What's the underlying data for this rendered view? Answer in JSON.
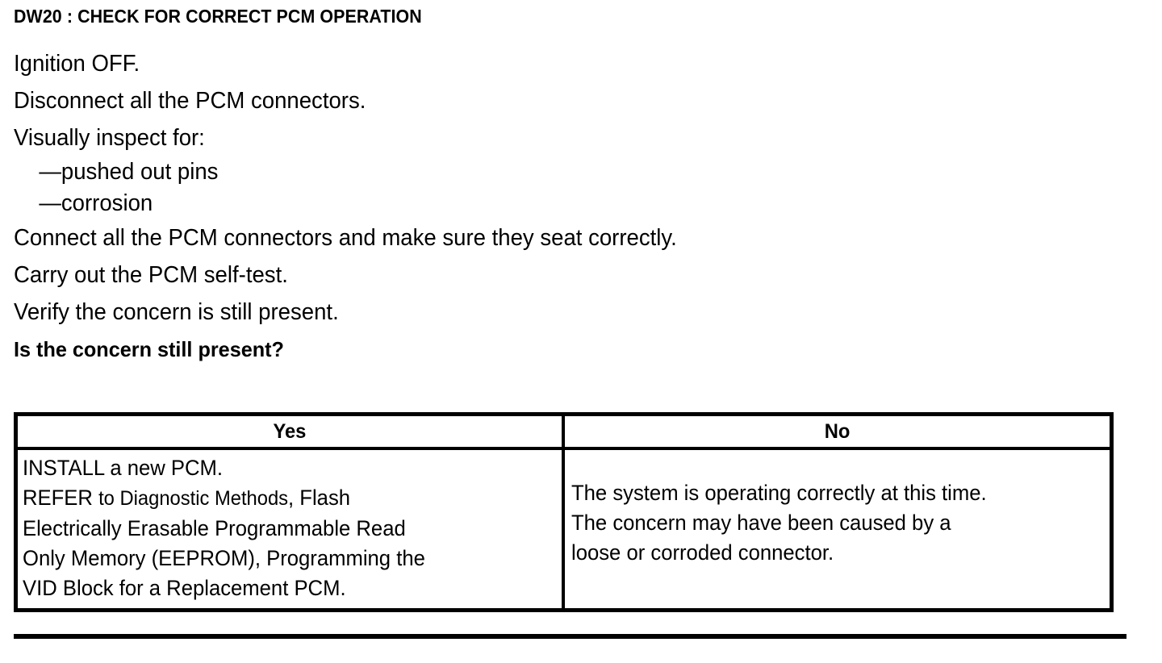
{
  "document": {
    "title": "DW20 : CHECK FOR CORRECT PCM OPERATION",
    "steps": [
      {
        "text": "Ignition OFF.",
        "style": "normal"
      },
      {
        "text": "Disconnect all the PCM connectors.",
        "style": "normal"
      },
      {
        "text": "Visually inspect for:",
        "style": "normal"
      },
      {
        "text": "—pushed out pins",
        "style": "sub"
      },
      {
        "text": "—corrosion",
        "style": "sub"
      },
      {
        "text": "Connect all the PCM connectors and make sure they seat correctly.",
        "style": "normal"
      },
      {
        "text": "Carry out the PCM self-test.",
        "style": "normal"
      },
      {
        "text": "Verify the concern is still present.",
        "style": "normal"
      },
      {
        "text": "Is the concern still present?",
        "style": "bold"
      }
    ]
  },
  "decision_table": {
    "headers": {
      "yes": "Yes",
      "no": "No"
    },
    "yes_cell": {
      "lines": [
        {
          "parts": [
            {
              "text": "INSTALL a new PCM.",
              "size": "normal"
            }
          ]
        },
        {
          "parts": [
            {
              "text": "REFER ",
              "size": "normal"
            },
            {
              "text": "to Diagnostic Methods",
              "size": "small"
            },
            {
              "text": ", Flash",
              "size": "normal"
            }
          ]
        },
        {
          "parts": [
            {
              "text": "Electrically Erasable Programmable Read",
              "size": "normal"
            }
          ]
        },
        {
          "parts": [
            {
              "text": "Only Memory  (EEPROM), Programming the",
              "size": "normal"
            }
          ]
        },
        {
          "parts": [
            {
              "text": "VID Block for a Replacement PCM.",
              "size": "normal"
            }
          ]
        }
      ]
    },
    "no_cell": {
      "lines": [
        {
          "parts": [
            {
              "text": "The system is operating correctly at this time.",
              "size": "normal"
            }
          ]
        },
        {
          "parts": [
            {
              "text": "The concern may have been caused by a",
              "size": "normal"
            }
          ]
        },
        {
          "parts": [
            {
              "text": "loose or corroded connector.",
              "size": "normal"
            }
          ]
        }
      ]
    }
  },
  "footer": {
    "rule": "horizontal-divider"
  }
}
